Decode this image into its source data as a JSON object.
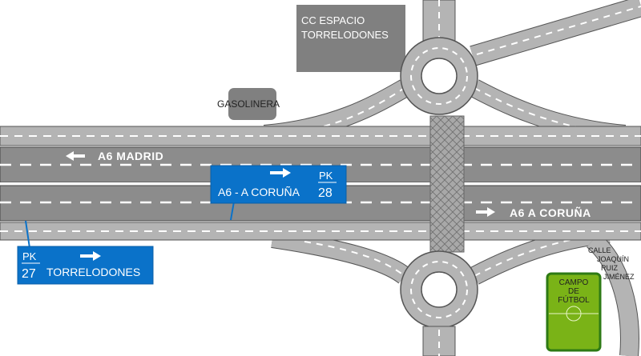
{
  "places": {
    "shopping_center": "CC ESPACIO TORRELODONES",
    "shopping_center_line1": "CC ESPACIO",
    "shopping_center_line2": "TORRELODONES",
    "gas_station": "GASOLINERA",
    "football_field_line1": "CAMPO",
    "football_field_line2": "DE",
    "football_field_line3": "FÚTBOL",
    "street_line1": "CALLE",
    "street_line2": "JOAQUÍN",
    "street_line3": "RUIZ",
    "street_line4": "JIMÉNEZ"
  },
  "roads": {
    "westbound": "A6 MADRID",
    "eastbound": "A6 A CORUÑA"
  },
  "signs": [
    {
      "pk_label": "PK",
      "pk_number": "28",
      "destination": "A6 - A CORUÑA",
      "arrow": "arrow-right-icon"
    },
    {
      "pk_label": "PK",
      "pk_number": "27",
      "destination": "TORRELODONES",
      "arrow": "arrow-right-icon"
    }
  ],
  "colors": {
    "road_dark": "#8c8c8c",
    "road_light": "#b4b4b4",
    "sign_blue": "#0a72c9",
    "building": "#808080",
    "field_green": "#7ab317",
    "field_border": "#2d7a14"
  }
}
